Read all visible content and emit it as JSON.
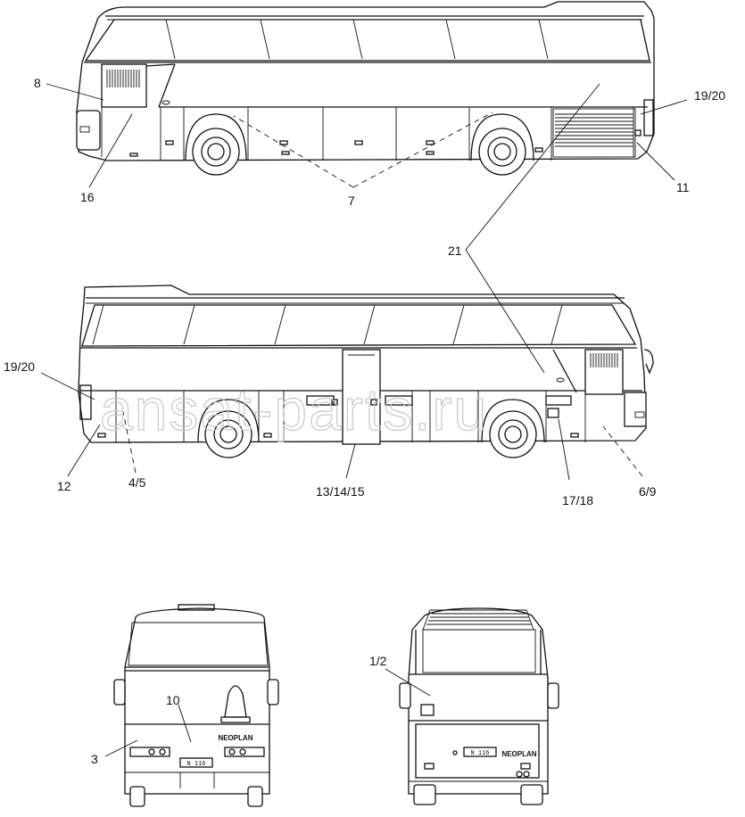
{
  "callouts": {
    "c8": "8",
    "c16": "16",
    "c7": "7",
    "c19a": "19/20",
    "c11": "11",
    "c21": "21",
    "c19b": "19/20",
    "c12": "12",
    "c45": "4/5",
    "c131415": "13/14/15",
    "c1718": "17/18",
    "c69": "6/9",
    "c10": "10",
    "c3": "3",
    "c12rear": "1/2"
  },
  "plates": {
    "front": "N 116",
    "rear": "N 116"
  },
  "brand_badge": {
    "front": "NEOPLAN",
    "rear": "NEOPLAN"
  },
  "watermark": "ansat-parts.ru"
}
